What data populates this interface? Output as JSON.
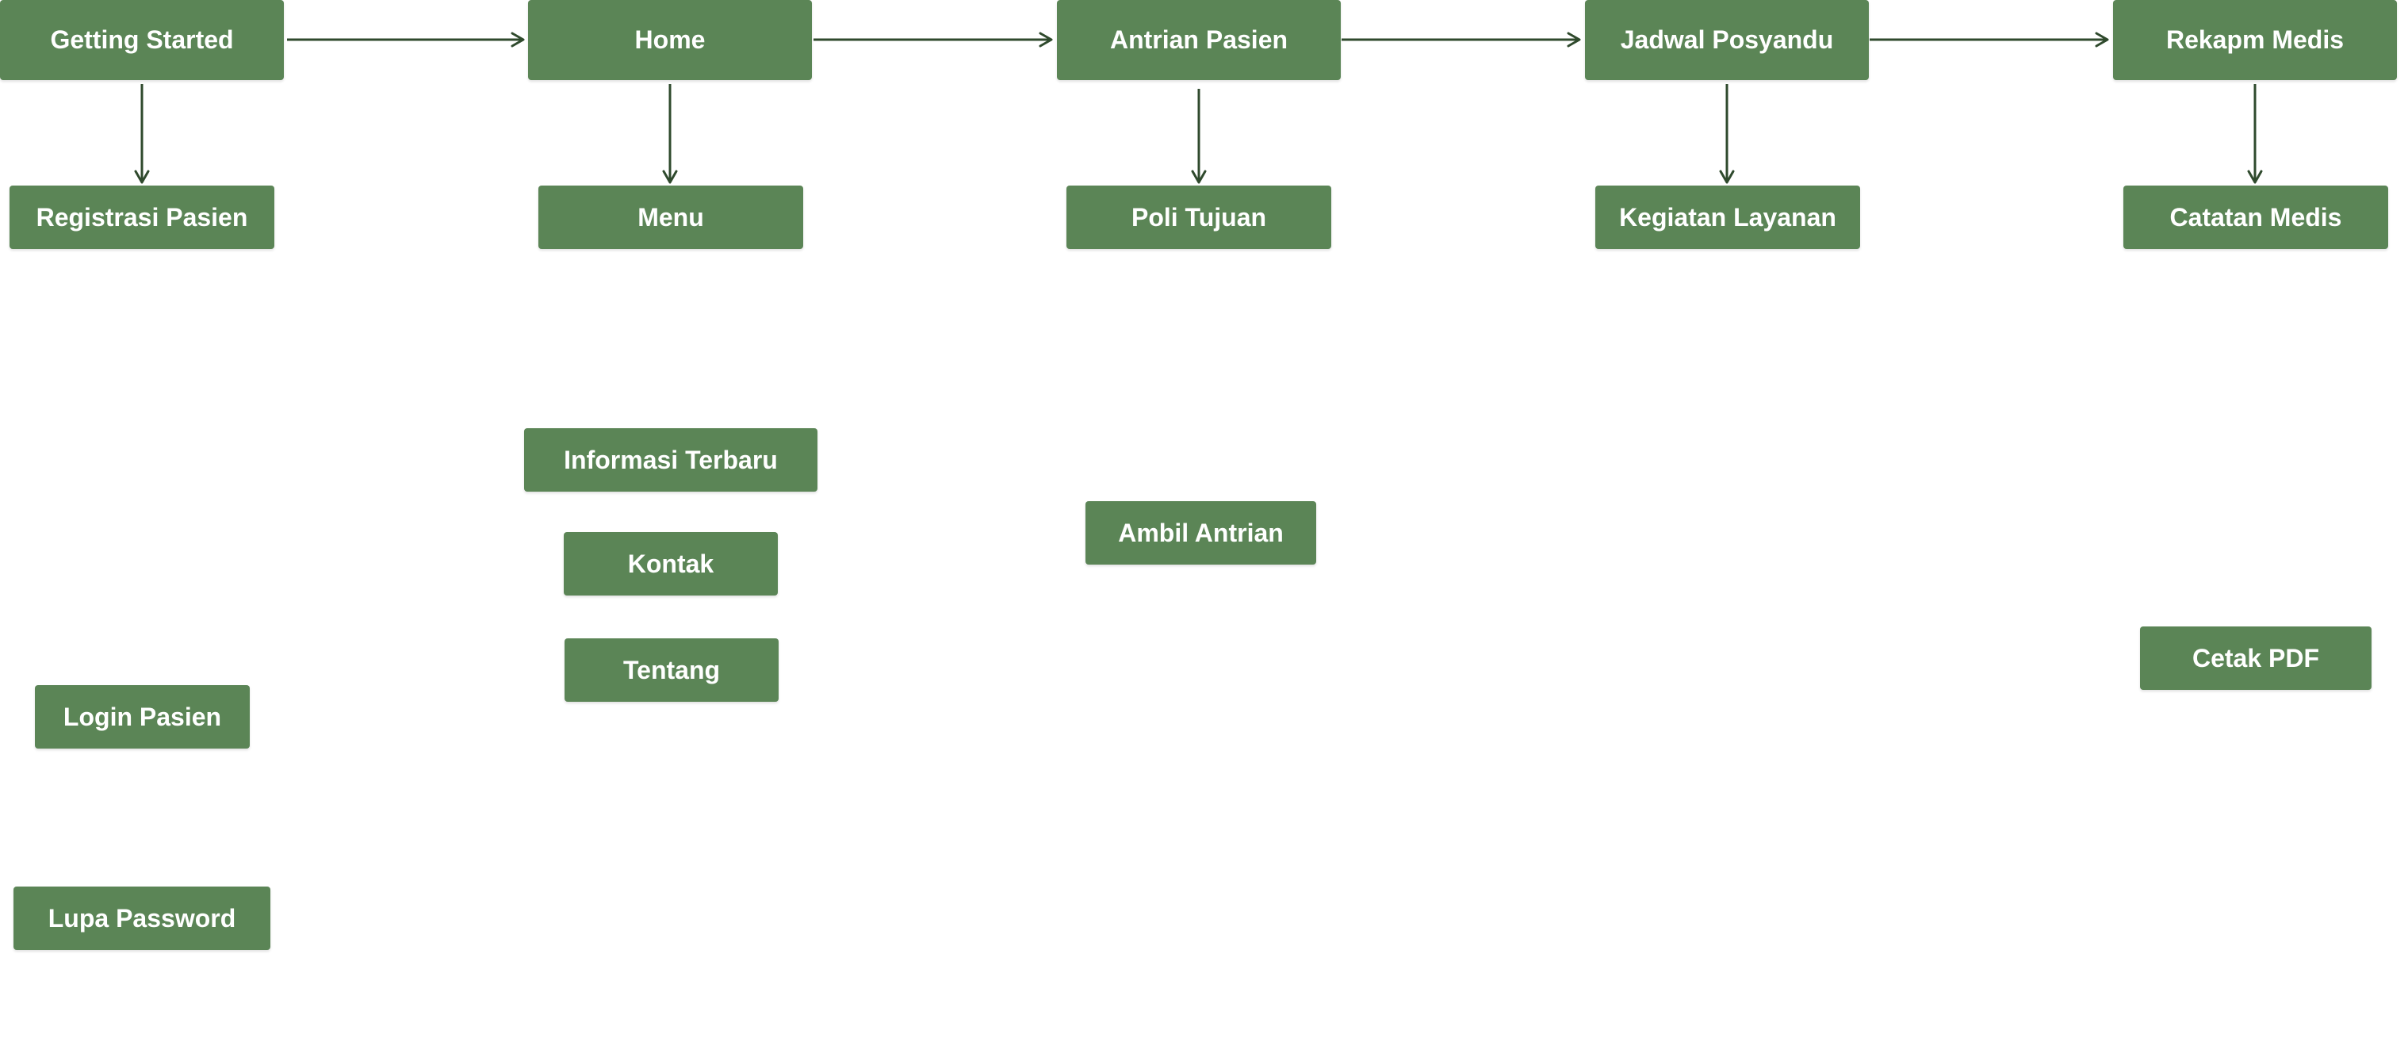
{
  "diagram": {
    "colors": {
      "node_fill": "#5b8556",
      "node_text": "#ffffff",
      "arrow": "#2f4a2d"
    },
    "main_nodes": [
      {
        "id": "getting-started",
        "label": "Getting Started"
      },
      {
        "id": "home",
        "label": "Home"
      },
      {
        "id": "antrian-pasien",
        "label": "Antrian Pasien"
      },
      {
        "id": "jadwal-posyandu",
        "label": "Jadwal Posyandu"
      },
      {
        "id": "rekapm-medis",
        "label": "Rekapm Medis"
      }
    ],
    "sub_nodes": [
      {
        "id": "registrasi-pasien",
        "label": "Registrasi Pasien"
      },
      {
        "id": "login-pasien",
        "label": "Login Pasien"
      },
      {
        "id": "lupa-password",
        "label": "Lupa Password"
      },
      {
        "id": "menu",
        "label": "Menu"
      },
      {
        "id": "informasi-terbaru",
        "label": "Informasi Terbaru"
      },
      {
        "id": "kontak",
        "label": "Kontak"
      },
      {
        "id": "tentang",
        "label": "Tentang"
      },
      {
        "id": "poli-tujuan",
        "label": "Poli Tujuan"
      },
      {
        "id": "ambil-antrian",
        "label": "Ambil Antrian"
      },
      {
        "id": "kegiatan-layanan",
        "label": "Kegiatan Layanan"
      },
      {
        "id": "catatan-medis",
        "label": "Catatan Medis"
      },
      {
        "id": "cetak-pdf",
        "label": "Cetak PDF"
      }
    ],
    "edges": [
      {
        "from": "getting-started",
        "to": "home"
      },
      {
        "from": "home",
        "to": "antrian-pasien"
      },
      {
        "from": "antrian-pasien",
        "to": "jadwal-posyandu"
      },
      {
        "from": "jadwal-posyandu",
        "to": "rekapm-medis"
      },
      {
        "from": "getting-started",
        "to": "registrasi-pasien"
      },
      {
        "from": "home",
        "to": "menu"
      },
      {
        "from": "antrian-pasien",
        "to": "poli-tujuan"
      },
      {
        "from": "jadwal-posyandu",
        "to": "kegiatan-layanan"
      },
      {
        "from": "rekapm-medis",
        "to": "catatan-medis"
      }
    ]
  }
}
